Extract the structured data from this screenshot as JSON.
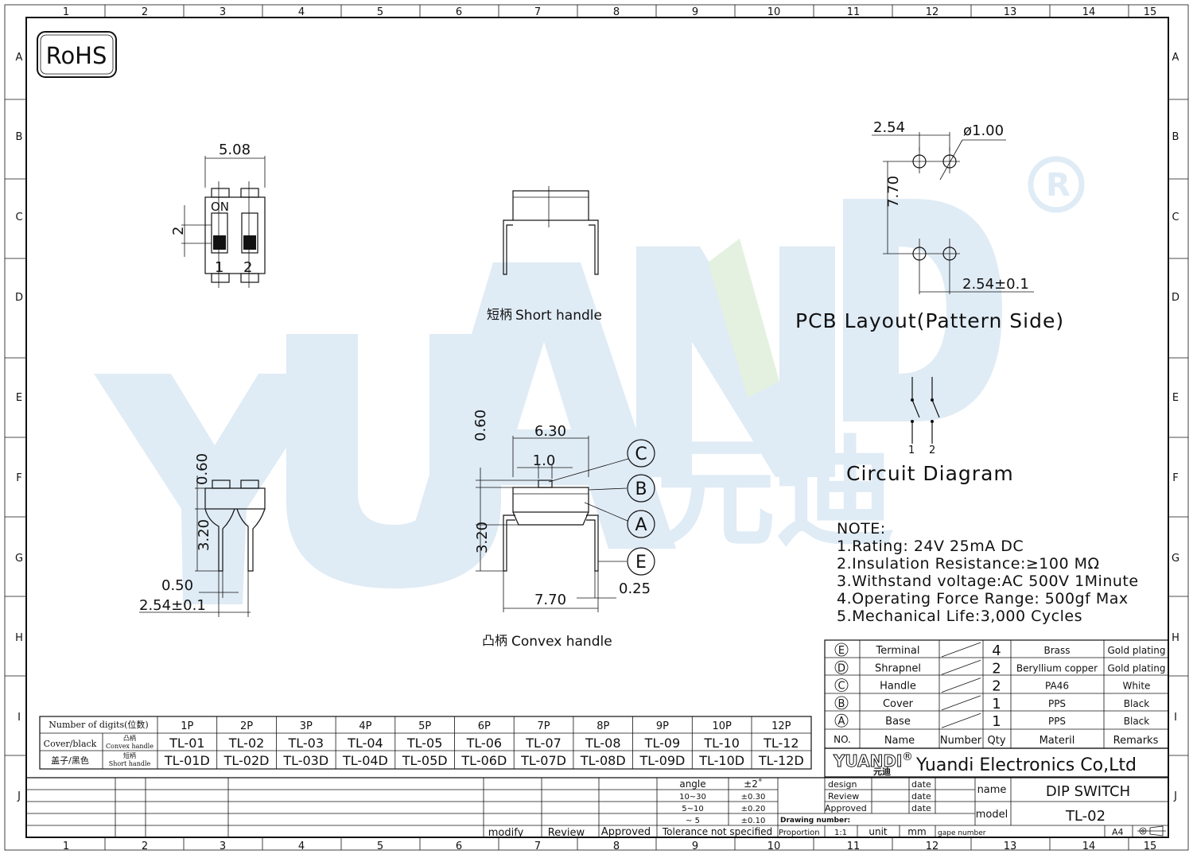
{
  "border": {
    "cols": [
      "1",
      "2",
      "3",
      "4",
      "5",
      "6",
      "7",
      "8",
      "9",
      "10",
      "11",
      "12",
      "13",
      "14",
      "15"
    ],
    "rows": [
      "A",
      "B",
      "C",
      "D",
      "E",
      "F",
      "G",
      "H",
      "I",
      "J"
    ]
  },
  "watermark": {
    "brand": "YUANDI",
    "cn": "元迪",
    "reg": "®"
  },
  "rohs": "RoHS",
  "views": {
    "top": {
      "w": "5.08",
      "h": "2",
      "on": "ON",
      "p1": "1",
      "p2": "2"
    },
    "short": {
      "cn": "短柄",
      "label": "Short  handle"
    },
    "side": {
      "h1": "0.60",
      "h2": "3.20",
      "d1": "0.50",
      "d2": "2.54±0.1"
    },
    "convex": {
      "w": "6.30",
      "c": "1.0",
      "h1": "0.60",
      "h2": "3.20",
      "base": "7.70",
      "pin": "0.25",
      "callouts": [
        "C",
        "B",
        "A",
        "E"
      ],
      "cn": "凸柄",
      "label": "Convex  handle"
    },
    "pcb": {
      "pitch": "2.54",
      "hole": "ø1.00",
      "row": "7.70",
      "tol": "2.54±0.1",
      "title": "PCB  Layout(Pattern  Side)"
    },
    "circuit": {
      "n1": "1",
      "n2": "2",
      "title": "Circuit  Diagram"
    }
  },
  "notes": [
    "NOTE:",
    "1.Rating:  24V  25mA  DC",
    "2.Insulation  Resistance:≥100  MΩ",
    "3.Withstand  voltage:AC  500V  1Minute",
    "4.Operating  Force  Range:  500gf  Max",
    "5.Mechanical  Life:3,000  Cycles"
  ],
  "bom": {
    "rows": [
      {
        "no": "E",
        "name": "Terminal",
        "qty": "4",
        "mat": "Brass",
        "rem": "Gold  plating"
      },
      {
        "no": "D",
        "name": "Shrapnel",
        "qty": "2",
        "mat": "Beryllium  copper",
        "rem": "Gold  plating"
      },
      {
        "no": "C",
        "name": "Handle",
        "qty": "2",
        "mat": "PA46",
        "rem": "White"
      },
      {
        "no": "B",
        "name": "Cover",
        "qty": "1",
        "mat": "PPS",
        "rem": "Black"
      },
      {
        "no": "A",
        "name": "Base",
        "qty": "1",
        "mat": "PPS",
        "rem": "Black"
      }
    ],
    "header": {
      "no": "NO.",
      "name": "Name",
      "number": "Number",
      "qty": "Qty",
      "mat": "Materil",
      "rem": "Remarks"
    }
  },
  "digits": {
    "head": "Number  of  digits(位数)",
    "cover": "Cover/black",
    "cover_cn": "盖子/黑色",
    "convex_cn": "凸柄",
    "convex_en": "Convex  handle",
    "short_cn": "短柄",
    "short_en": "Short  handle",
    "cols": [
      "1P",
      "2P",
      "3P",
      "4P",
      "5P",
      "6P",
      "7P",
      "8P",
      "9P",
      "10P",
      "12P"
    ],
    "convex": [
      "TL-01",
      "TL-02",
      "TL-03",
      "TL-04",
      "TL-05",
      "TL-06",
      "TL-07",
      "TL-08",
      "TL-09",
      "TL-10",
      "TL-12"
    ],
    "short": [
      "TL-01D",
      "TL-02D",
      "TL-03D",
      "TL-04D",
      "TL-05D",
      "TL-06D",
      "TL-07D",
      "TL-08D",
      "TL-09D",
      "TL-10D",
      "TL-12D"
    ]
  },
  "company": {
    "logo": "YUANDI",
    "logo_cn": "元迪",
    "reg": "®",
    "name": "Yuandi  Electronics  Co,Ltd"
  },
  "tolerance": {
    "rows": [
      [
        "angle",
        "±2˚"
      ],
      [
        "10~30",
        "±0.30"
      ],
      [
        "5~10",
        "±0.20"
      ],
      [
        "~  5",
        "±0.10"
      ]
    ],
    "label": "Tolerance  not  specified"
  },
  "revision": {
    "modify": "modify",
    "review": "Review",
    "approved": "Approved"
  },
  "titleblock": {
    "design": "design",
    "review": "Review",
    "approved": "Approved",
    "date": "date",
    "drawing_number": "Drawing  number:",
    "proportion": "Proportion",
    "scale": "1:1",
    "unit": "unit",
    "mm": "mm",
    "gape": "gape  number",
    "name_label": "name",
    "name": "DIP  SWITCH",
    "model_label": "model",
    "model": "TL-02",
    "size": "A4"
  }
}
